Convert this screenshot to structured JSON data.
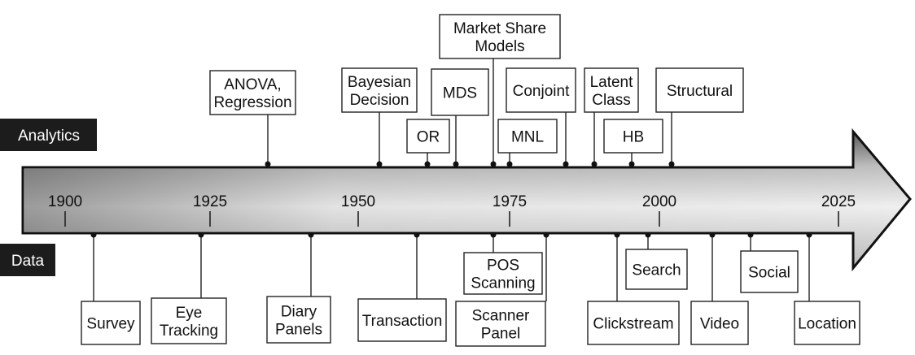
{
  "side_labels": {
    "analytics": "Analytics",
    "data": "Data"
  },
  "years": [
    "1900",
    "1925",
    "1950",
    "1975",
    "2000",
    "2025"
  ],
  "analytics": [
    {
      "lines": [
        "ANOVA,",
        "Regression"
      ]
    },
    {
      "lines": [
        "Bayesian",
        "Decision"
      ]
    },
    {
      "lines": [
        "OR"
      ]
    },
    {
      "lines": [
        "MDS"
      ]
    },
    {
      "lines": [
        "Market Share",
        "Models"
      ]
    },
    {
      "lines": [
        "MNL"
      ]
    },
    {
      "lines": [
        "Conjoint"
      ]
    },
    {
      "lines": [
        "Latent",
        "Class"
      ]
    },
    {
      "lines": [
        "HB"
      ]
    },
    {
      "lines": [
        "Structural"
      ]
    }
  ],
  "data_items": [
    {
      "lines": [
        "Survey"
      ]
    },
    {
      "lines": [
        "Eye",
        "Tracking"
      ]
    },
    {
      "lines": [
        "Diary",
        "Panels"
      ]
    },
    {
      "lines": [
        "Transaction"
      ]
    },
    {
      "lines": [
        "POS",
        "Scanning"
      ]
    },
    {
      "lines": [
        "Scanner",
        "Panel"
      ]
    },
    {
      "lines": [
        "Clickstream"
      ]
    },
    {
      "lines": [
        "Search"
      ]
    },
    {
      "lines": [
        "Video"
      ]
    },
    {
      "lines": [
        "Social"
      ]
    },
    {
      "lines": [
        "Location"
      ]
    }
  ],
  "colors": {
    "side_label_bg": "#1c1c1c",
    "arrow_outline": "#111111",
    "box_border": "#222222"
  }
}
